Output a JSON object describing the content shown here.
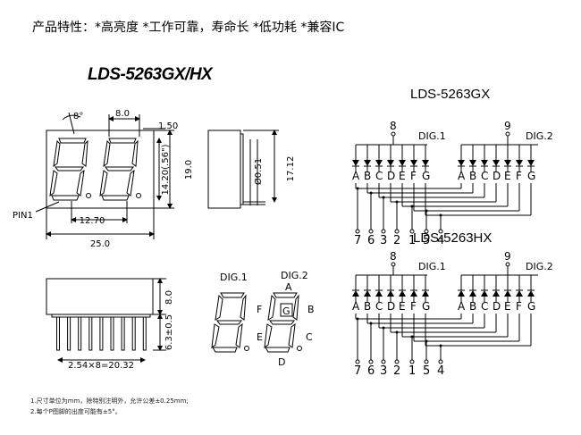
{
  "features": "产品特性：*高亮度 *工作可靠，寿命长 *低功耗 *兼容IC",
  "model_title": "LDS-5263GX/HX",
  "front_dims": {
    "angle": "8°",
    "digit_width": "8.0",
    "gap": "1.50",
    "digit_height": "14.20(.56\")",
    "height": "19.0",
    "pin1": "PIN1",
    "digit_pitch": "12.70",
    "width": "25.0"
  },
  "side_dims": {
    "pin_dia": "Ø0.51",
    "depth": "17.12"
  },
  "bottom_dims": {
    "body_h": "8.0",
    "pin_len": "6.3±0.5",
    "pitch": "2.54×8=20.32"
  },
  "segment_diagram": {
    "dig1": "DIG.1",
    "dig2": "DIG.2",
    "labels": {
      "A": "A",
      "B": "B",
      "C": "C",
      "D": "D",
      "E": "E",
      "F": "F",
      "G": "G"
    }
  },
  "circuit_gx": {
    "title": "LDS-5263GX",
    "common_pins": [
      "8",
      "9"
    ],
    "dig_labels": [
      "DIG.1",
      "DIG.2"
    ],
    "segments": [
      "A",
      "B",
      "C",
      "D",
      "E",
      "F",
      "G"
    ],
    "bottom_pins": [
      "7",
      "6",
      "3",
      "2",
      "1",
      "5",
      "4"
    ]
  },
  "circuit_hx": {
    "title": "LDS-5263HX",
    "common_pins": [
      "8",
      "9"
    ],
    "dig_labels": [
      "DIG.1",
      "DIG.2"
    ],
    "segments": [
      "A",
      "B",
      "C",
      "D",
      "E",
      "F",
      "G"
    ],
    "bottom_pins": [
      "7",
      "6",
      "3",
      "2",
      "1",
      "5",
      "4"
    ]
  },
  "notes": [
    "1.尺寸单位为mm，除特别注明外，允许公差±0.25mm;",
    "2.每个P图脚的出度可能有±5°。"
  ]
}
